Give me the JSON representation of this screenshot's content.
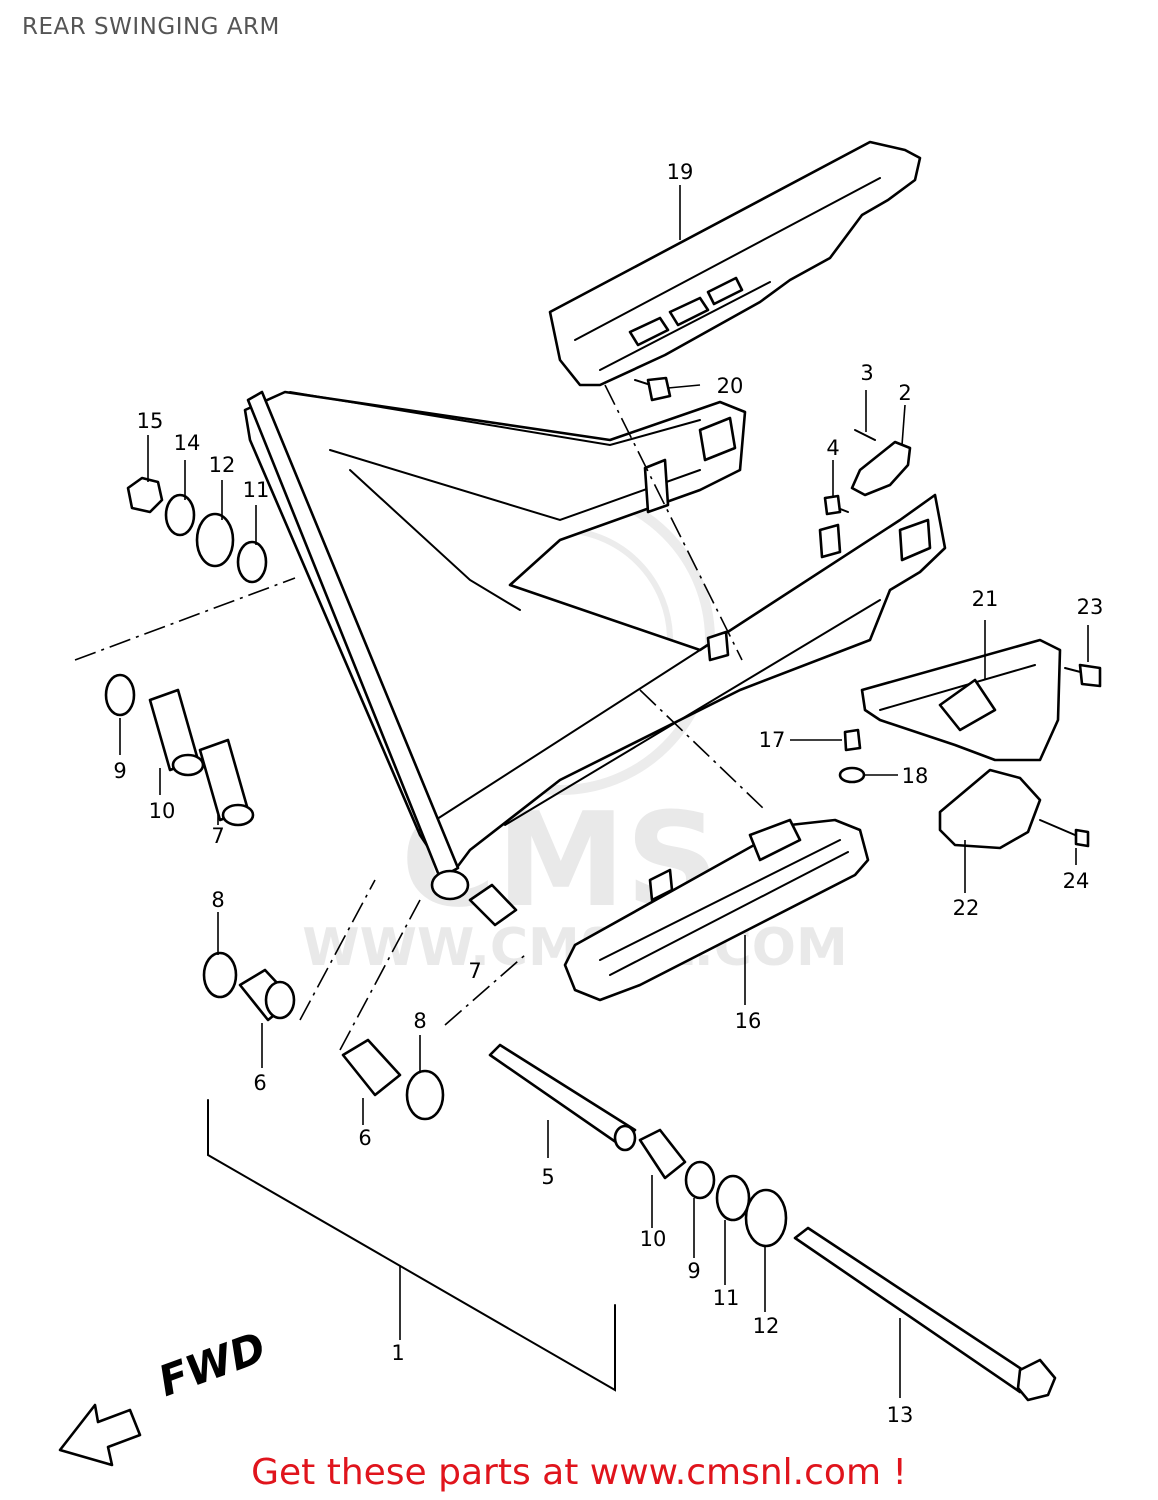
{
  "title": "REAR SWINGING ARM",
  "direction_label": "FWD",
  "watermark": "WWW.CMSNL.COM",
  "watermark_logo": "CMS",
  "promo_text": "Get these parts at www.cmsnl.com !",
  "colors": {
    "promo": "#e0141c",
    "title": "#555555",
    "line": "#000000",
    "watermark": "#e9e9e9"
  },
  "callouts": [
    "1",
    "2",
    "3",
    "4",
    "5",
    "6",
    "6",
    "7",
    "7",
    "8",
    "8",
    "9",
    "9",
    "10",
    "10",
    "11",
    "11",
    "12",
    "12",
    "13",
    "14",
    "15",
    "16",
    "17",
    "18",
    "19",
    "20",
    "21",
    "22",
    "23",
    "24"
  ]
}
